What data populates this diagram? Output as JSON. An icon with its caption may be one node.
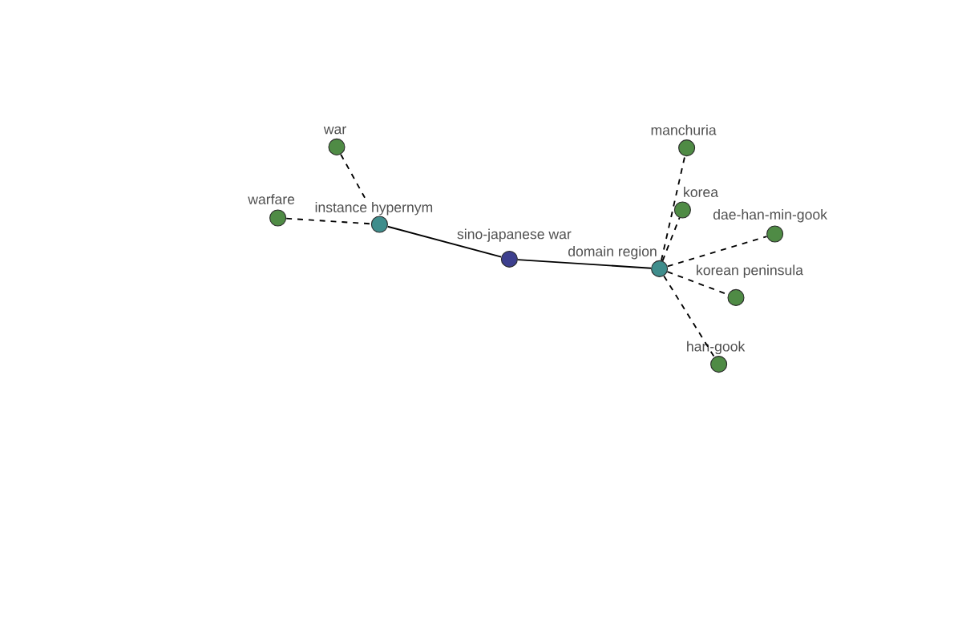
{
  "diagram": {
    "nodes": [
      {
        "text": [
          "war"
        ]
      },
      {
        "text": [
          "manchuria"
        ]
      },
      {
        "text": [
          "korea"
        ]
      },
      {
        "text": [
          "warfare"
        ]
      },
      {
        "text": [
          "instance hypernym"
        ]
      },
      {
        "text": [
          "dae-han-min-gook"
        ]
      },
      {
        "text": [
          "sino-japanese war"
        ]
      },
      {
        "text": [
          "domain region"
        ]
      },
      {
        "text": [
          "korean peninsula"
        ]
      },
      {
        "text": [
          "han-gook"
        ]
      }
    ],
    "edges": [
      {
        "from": 0,
        "to": 4,
        "arrow": "none",
        "style": "dashed"
      },
      {
        "from": 3,
        "to": 4,
        "arrow": "none",
        "style": "dashed"
      },
      {
        "from": 4,
        "to": 6,
        "arrow": "none"
      },
      {
        "from": 6,
        "to": 7,
        "arrow": "none"
      },
      {
        "from": 7,
        "to": 1,
        "arrow": "none",
        "style": "dashed"
      },
      {
        "from": 7,
        "to": 2,
        "arrow": "none",
        "style": "dashed"
      },
      {
        "from": 7,
        "to": 5,
        "arrow": "none",
        "style": "dashed"
      },
      {
        "from": 7,
        "to": 8,
        "arrow": "none",
        "style": "dashed"
      },
      {
        "from": 7,
        "to": 9,
        "arrow": "none",
        "style": "dashed"
      }
    ]
  }
}
